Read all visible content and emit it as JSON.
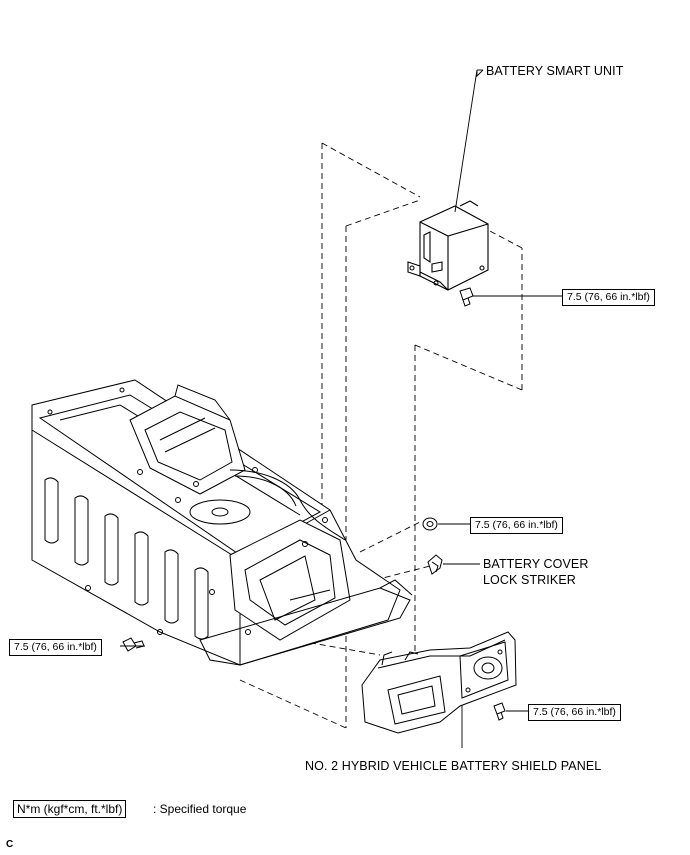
{
  "labels": {
    "smart_unit": "BATTERY SMART UNIT",
    "lock_striker_line1": "BATTERY COVER",
    "lock_striker_line2": "LOCK STRIKER",
    "shield_panel": "NO. 2 HYBRID VEHICLE BATTERY SHIELD PANEL"
  },
  "torque": {
    "smart_unit_bolt": "7.5 (76, 66 in.*lbf)",
    "nut_right": "7.5 (76, 66 in.*lbf)",
    "bolt_left": "7.5 (76, 66 in.*lbf)",
    "shield_bolt": "7.5 (76, 66 in.*lbf)"
  },
  "legend": {
    "unit": "N*m (kgf*cm, ft.*lbf)",
    "description": ": Specified torque"
  },
  "figure_code": "C"
}
